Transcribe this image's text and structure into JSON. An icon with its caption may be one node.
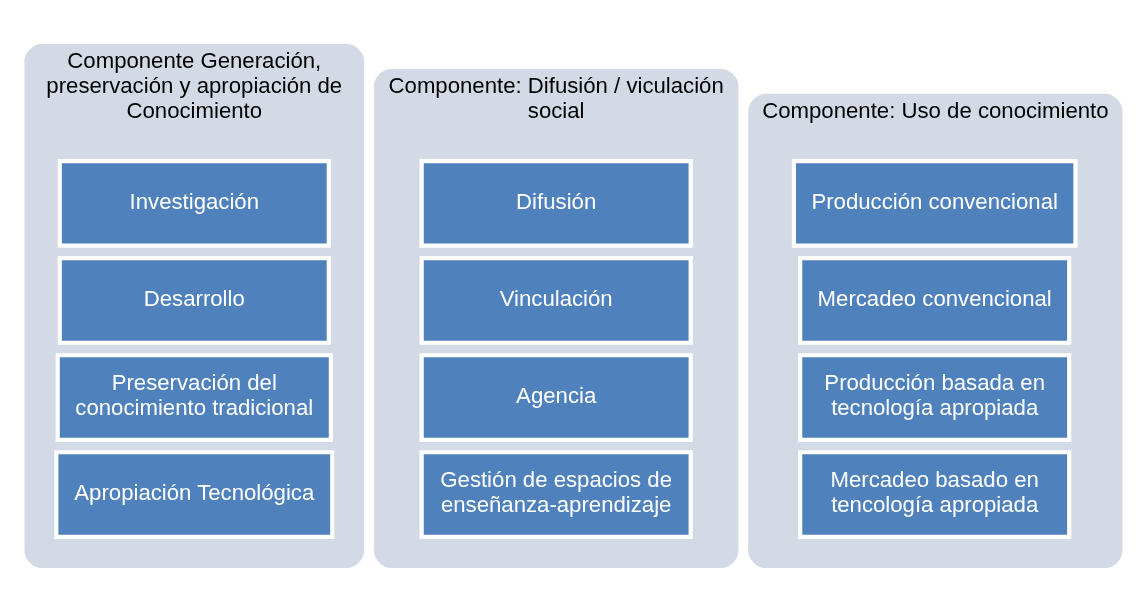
{
  "diagram": {
    "nodes": [
      {
        "text": [
          "Componente Generación, preservación y apropiación de Conocimiento"
        ]
      },
      {
        "text": [
          "Investigación"
        ],
        "in": 0
      },
      {
        "text": [
          "Desarrollo"
        ],
        "in": 0
      },
      {
        "text": [
          "Preservación del conocimiento tradicional"
        ],
        "in": 0
      },
      {
        "text": [
          "Apropiación Tecnológica"
        ],
        "in": 0
      },
      {
        "text": [
          "Componente: Difusión / viculación social"
        ]
      },
      {
        "text": [
          "Difusión"
        ],
        "in": 5
      },
      {
        "text": [
          "Vinculación"
        ],
        "in": 5
      },
      {
        "text": [
          "Agencia"
        ],
        "in": 5
      },
      {
        "text": [
          "Gestión de espacios de enseñanza-aprendizaje"
        ],
        "in": 5
      },
      {
        "text": [
          "Componente: Uso de conocimiento"
        ]
      },
      {
        "text": [
          "Producción convencional"
        ],
        "in": 10
      },
      {
        "text": [
          "Mercadeo convencional"
        ],
        "in": 10
      },
      {
        "text": [
          "Producción basada en tecnología apropiada"
        ],
        "in": 10
      },
      {
        "text": [
          "Mercadeo basado en tencología apropiada"
        ],
        "in": 10
      }
    ],
    "edges": []
  }
}
